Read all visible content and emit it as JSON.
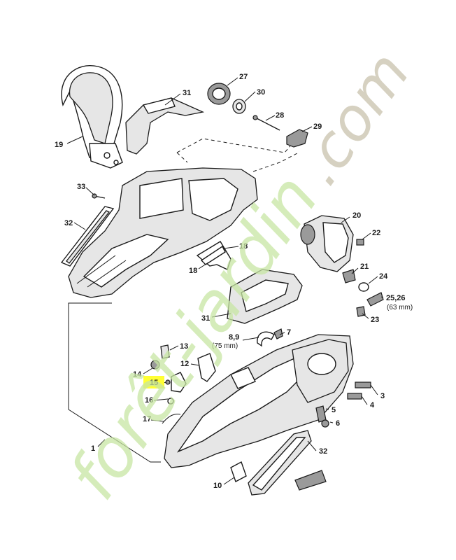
{
  "labels": {
    "l1": "1",
    "l3": "3",
    "l4": "4",
    "l5": "5",
    "l6": "6",
    "l7": "7",
    "l89": "8,9",
    "l89_sub": "(75 mm)",
    "l10": "10",
    "l12": "12",
    "l13": "13",
    "l14": "14",
    "l15": "15",
    "l16": "16",
    "l17": "17",
    "l18a": "18",
    "l18b": "18",
    "l19": "19",
    "l20": "20",
    "l21": "21",
    "l22": "22",
    "l23": "23",
    "l24": "24",
    "l2526": "25,26",
    "l2526_sub": "(63 mm)",
    "l27": "27",
    "l28": "28",
    "l29": "29",
    "l30": "30",
    "l31a": "31",
    "l31b": "31",
    "l32a": "32",
    "l32b": "32",
    "l33": "33"
  },
  "watermark": {
    "part1": "forêt-jardin",
    "part2": ".com"
  },
  "colors": {
    "highlight": "#ffff33",
    "watermark_green": "#c8e6a4",
    "watermark_gray": "#c9c2ad"
  }
}
